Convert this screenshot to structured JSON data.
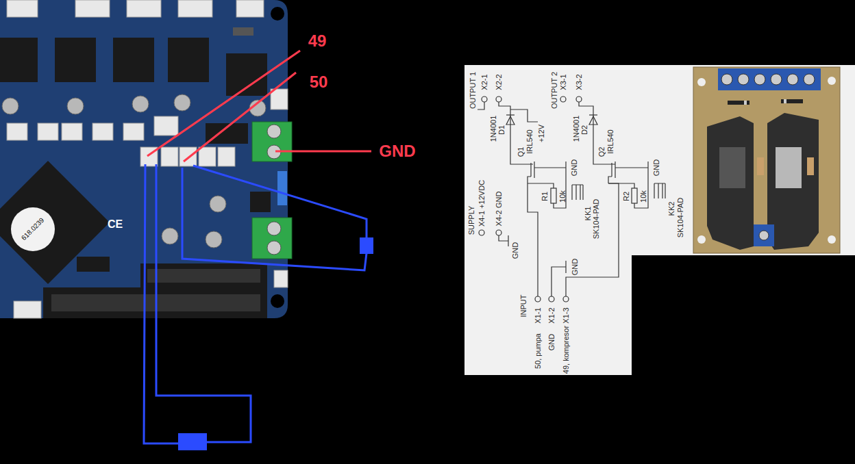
{
  "diagram": {
    "labels": [
      "49",
      "50",
      "GND",
      "618.0239",
      "CE",
      "OUTPUT 1",
      "X2-1",
      "X2-2",
      "OUTPUT 2",
      "X3-1",
      "X3-2",
      "+12V",
      "1N4001",
      "D1",
      "1N4001",
      "D2",
      "Q1",
      "IRL540",
      "Q2",
      "IRL540",
      "GND",
      "GND",
      "R1",
      "10k",
      "R2",
      "10k",
      "KK1",
      "SK104-PAD",
      "KK2",
      "SK104-PAD",
      "SUPPLY",
      "X4-1 +12VDC",
      "X4-2 GND",
      "GND",
      "GND",
      "INPUT",
      "X1-1",
      "X1-2",
      "X1-3",
      "50, pumpa",
      "GND",
      "49, kompresor"
    ]
  }
}
